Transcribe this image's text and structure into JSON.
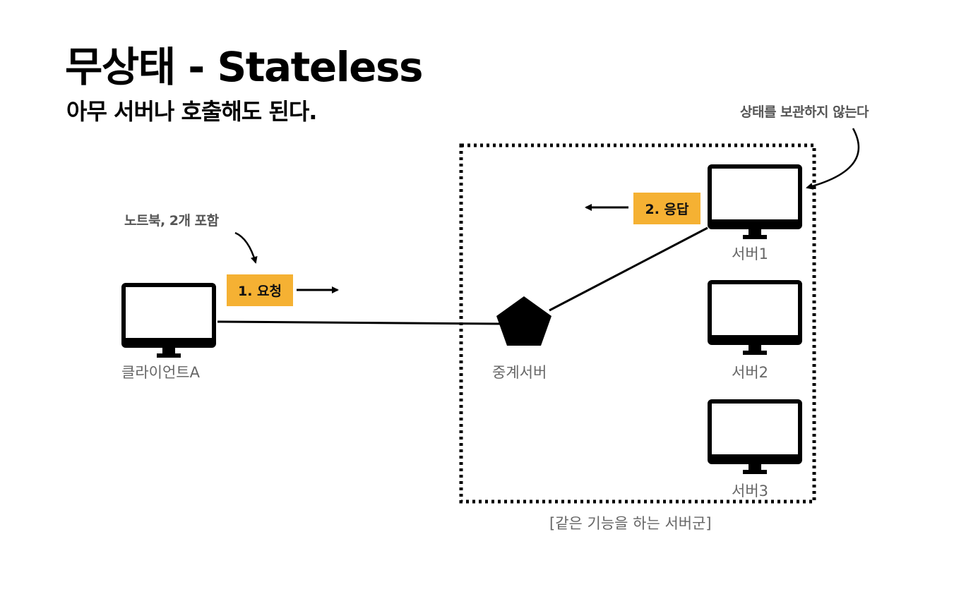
{
  "title": "무상태 - Stateless",
  "subtitle": "아무 서버나 호출해도 된다.",
  "notes": {
    "laptop": "노트북, 2개 포함",
    "stateless": "상태를 보관하지 않는다"
  },
  "tags": {
    "request": "1. 요청",
    "response": "2. 응답"
  },
  "labels": {
    "client": "클라이언트A",
    "proxy": "중계서버",
    "server1": "서버1",
    "server2": "서버2",
    "server3": "서버3",
    "group": "[같은 기능을 하는 서버군]"
  },
  "colors": {
    "tag": "#f5b133",
    "label": "#666666",
    "note": "#555555"
  },
  "icons": {
    "monitor": "monitor-icon",
    "proxy": "pentagon-icon"
  }
}
